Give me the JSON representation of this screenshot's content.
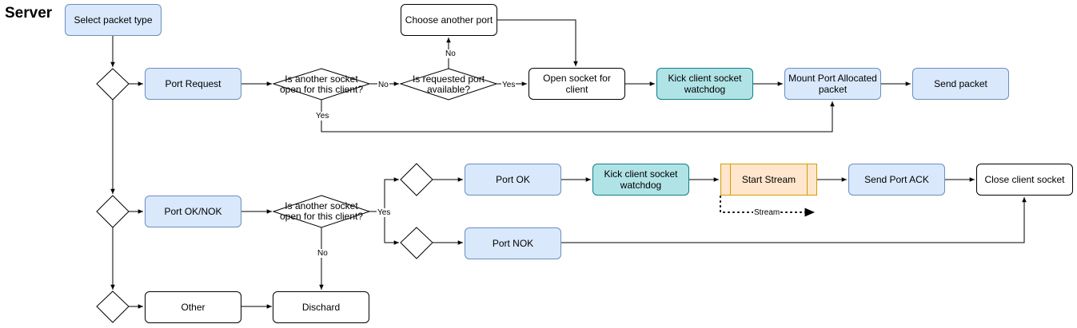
{
  "title": "Server",
  "nodes": {
    "select_packet_type": "Select packet type",
    "port_request": "Port Request",
    "q_another_socket_1": "Is another socket\nopen for this client?",
    "q_port_available": "Is requested port\navailable?",
    "choose_another_port": "Choose another port",
    "open_socket": "Open socket for client",
    "kick_watchdog_1": "Kick client socket\nwatchdog",
    "mount_port_allocated": "Mount Port Allocated\npacket",
    "send_packet": "Send packet",
    "port_ok_nok": "Port OK/NOK",
    "q_another_socket_2": "Is another socket\nopen for this client?",
    "port_ok": "Port OK",
    "kick_watchdog_2": "Kick client socket\nwatchdog",
    "start_stream": "Start Stream",
    "send_port_ack": "Send Port ACK",
    "close_client_socket": "Close client socket",
    "port_nok": "Port NOK",
    "other": "Other",
    "discard": "Dischard"
  },
  "edge_labels": {
    "no_1": "No",
    "yes_1": "Yes",
    "no_2": "No",
    "yes_2": "Yes",
    "yes_3": "Yes",
    "no_3": "No",
    "stream": "Stream"
  },
  "colors": {
    "blue_fill": "#dae8fc",
    "blue_stroke": "#6c8ebf",
    "teal_fill": "#b0e3e6",
    "teal_stroke": "#0e8088",
    "orange_fill": "#ffe6cc",
    "orange_stroke": "#d79b00"
  }
}
